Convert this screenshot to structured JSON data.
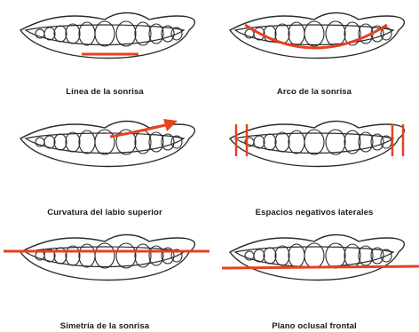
{
  "colors": {
    "outline": "#2b2b2b",
    "annotation": "#e8411e",
    "background": "#ffffff"
  },
  "panels": [
    {
      "caption": "Línea de la sonrisa",
      "annotation": "horizontal-line-under-teeth"
    },
    {
      "caption": "Arco de la sonrisa",
      "annotation": "curved-arc-along-teeth"
    },
    {
      "caption": "Curvatura del labio superior",
      "annotation": "arrow-on-upper-lip"
    },
    {
      "caption": "Espacios negativos laterales",
      "annotation": "vertical-marks-at-corners"
    },
    {
      "caption": "Simetría de la sonrisa",
      "annotation": "long-horizontal-line-through-lips"
    },
    {
      "caption": "Plano oclusal frontal",
      "annotation": "long-horizontal-line-below-teeth"
    }
  ]
}
